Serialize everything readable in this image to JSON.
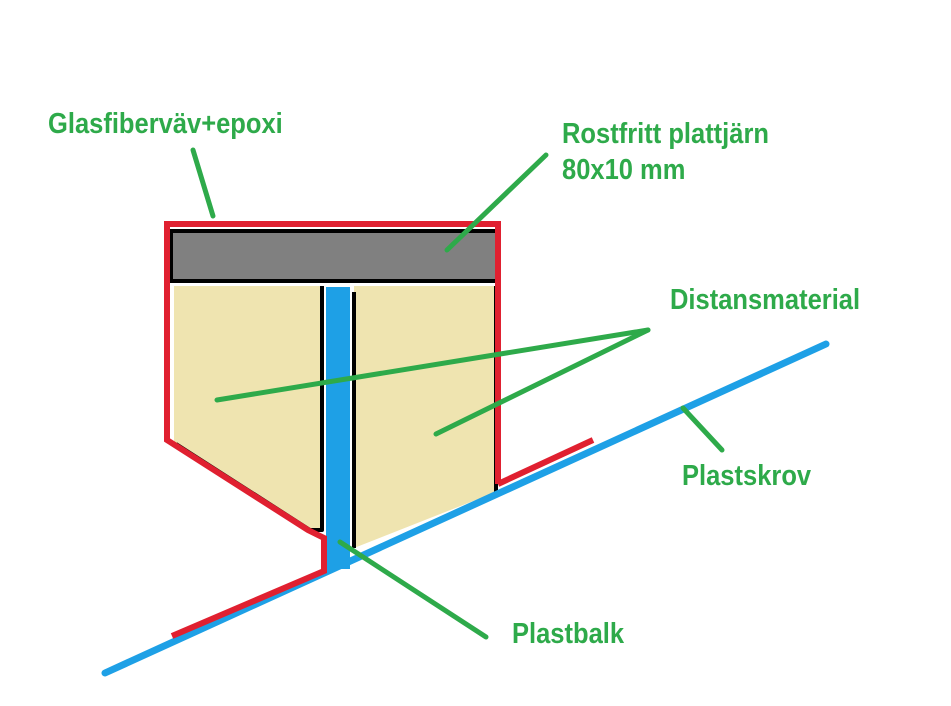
{
  "labels": {
    "glasfiber": "Glasfiberväv+epoxi",
    "rostfritt_line1": "Rostfritt plattjärn",
    "rostfritt_line2": "80x10 mm",
    "distansmaterial": "Distansmaterial",
    "plastskrov": "Plastskrov",
    "plastbalk": "Plastbalk"
  },
  "colors": {
    "label_text": "#2eaa4a",
    "leader_line": "#2eaa4a",
    "fiberglass_red": "#e02030",
    "steel_gray": "#808080",
    "spacer_beige": "#efe4b0",
    "plastic_blue": "#1ea0e6",
    "outline_black": "#000000",
    "background": "#ffffff"
  }
}
